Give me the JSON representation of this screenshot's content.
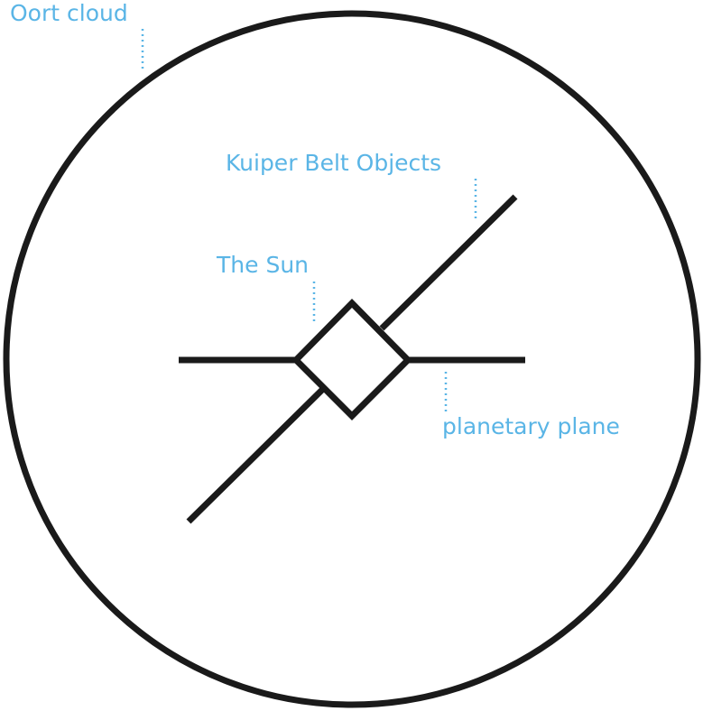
{
  "labels": {
    "oort_cloud": "Oort cloud",
    "kuiper_belt": "Kuiper Belt Objects",
    "sun": "The Sun",
    "planetary_plane": "planetary plane"
  },
  "colors": {
    "label": "#5ab5e6",
    "line": "#1a1a1a",
    "background": "#ffffff"
  }
}
